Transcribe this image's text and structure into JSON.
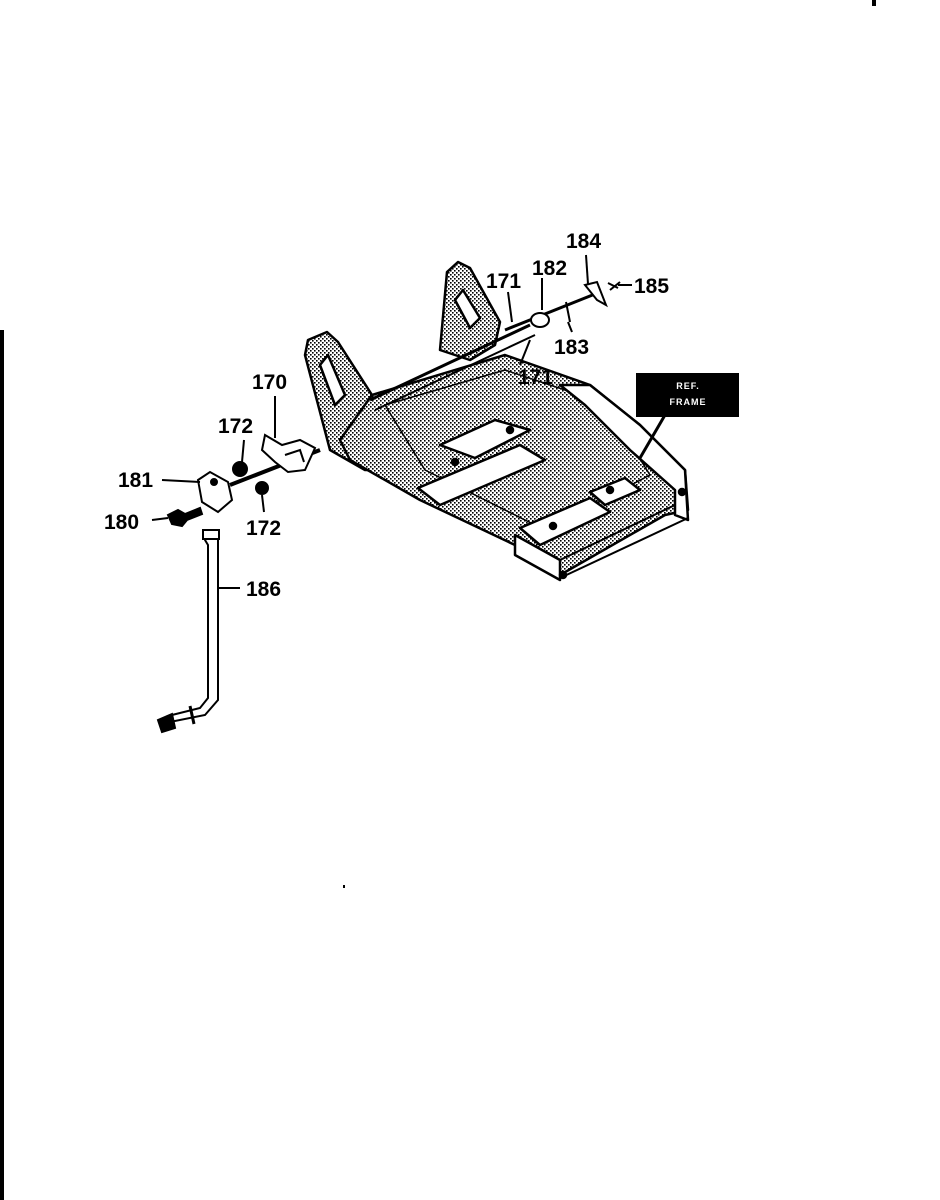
{
  "callouts": {
    "c170": "170",
    "c171a": "171",
    "c171b": "171",
    "c172a": "172",
    "c172b": "172",
    "c180": "180",
    "c181": "181",
    "c182": "182",
    "c183": "183",
    "c184": "184",
    "c185": "185",
    "c186": "186"
  },
  "ref_box": {
    "line1": "REF.",
    "line2": "FRAME"
  }
}
